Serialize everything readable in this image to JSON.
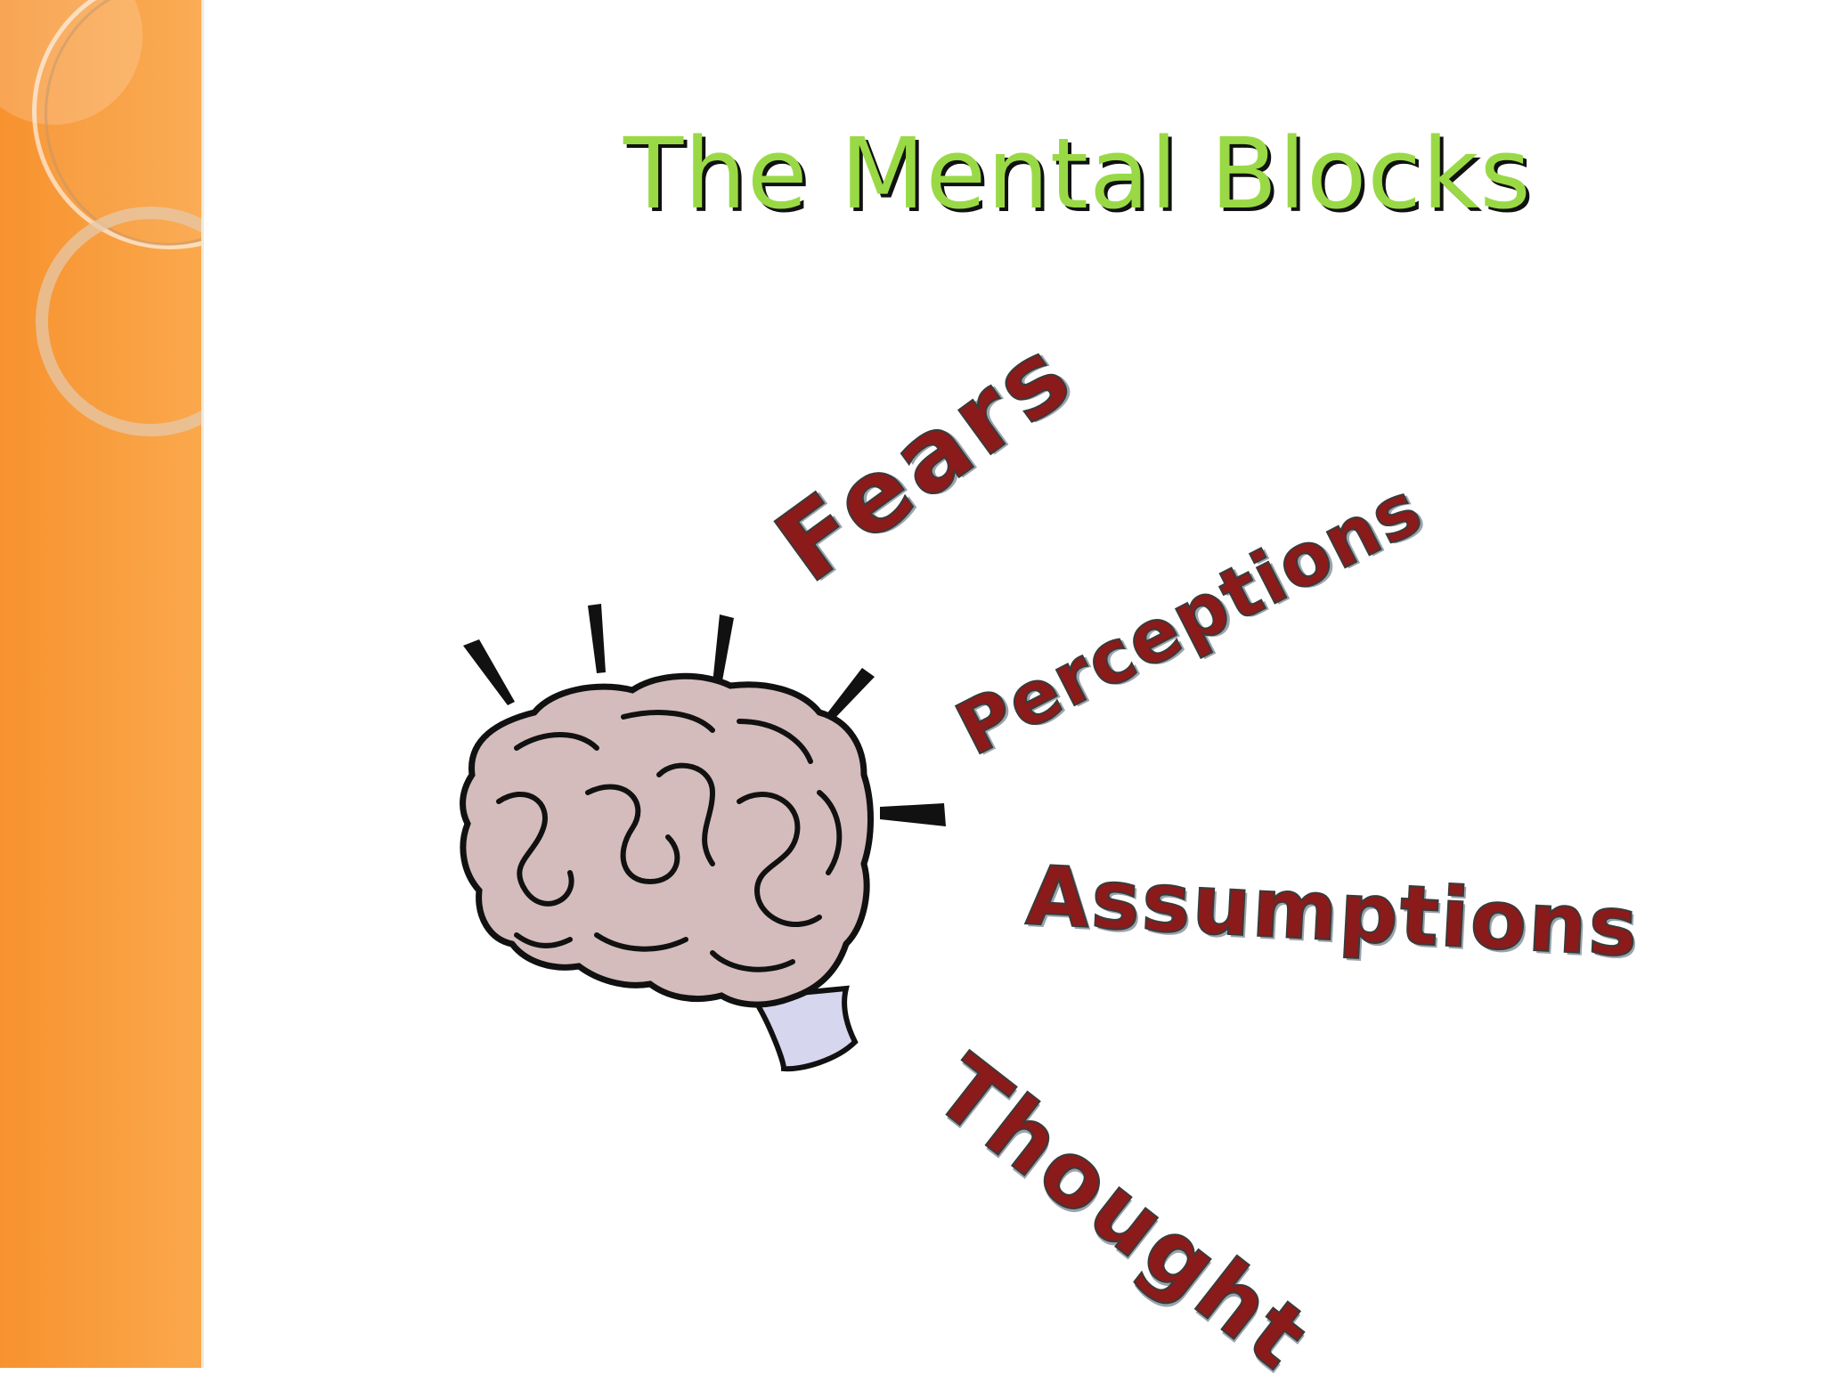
{
  "slide": {
    "title": "The Mental Blocks",
    "words": {
      "fears": "Fears",
      "perceptions": "Perceptions",
      "assumptions": "Assumptions",
      "thought": "Thought"
    }
  },
  "colors": {
    "sidebar": "#f7922f",
    "title": "#9ad946",
    "title_shadow": "#111111",
    "word": "#8b1a1a",
    "brain": "#d4bcbc"
  },
  "icons": {
    "brain": "brain-icon"
  }
}
